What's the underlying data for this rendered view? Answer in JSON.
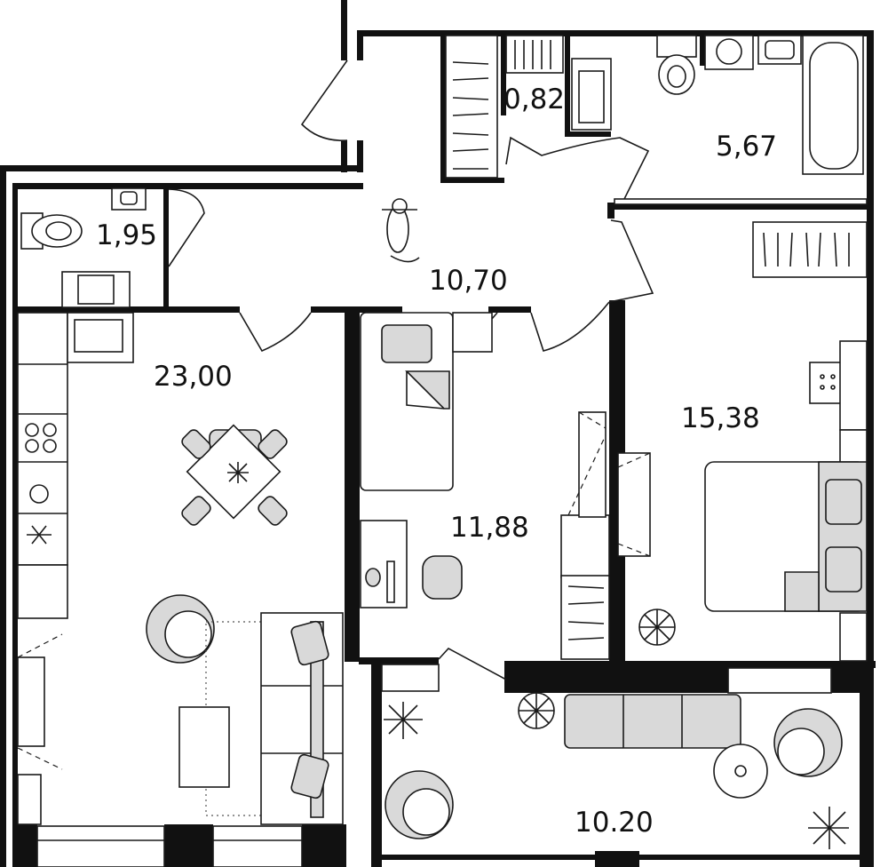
{
  "plan": {
    "rooms": [
      {
        "id": "wardrobe",
        "area": "0,82"
      },
      {
        "id": "bathroom",
        "area": "5,67"
      },
      {
        "id": "toilet",
        "area": "1,95"
      },
      {
        "id": "hall",
        "area": "10,70"
      },
      {
        "id": "kitchen-living",
        "area": "23,00"
      },
      {
        "id": "bedroom",
        "area": "15,38"
      },
      {
        "id": "kids-room",
        "area": "11,88"
      },
      {
        "id": "balcony",
        "area": "10.20"
      }
    ],
    "colors": {
      "wall": "#111111",
      "furniture_fill": "#d9d9d9",
      "background": "#ffffff"
    }
  }
}
